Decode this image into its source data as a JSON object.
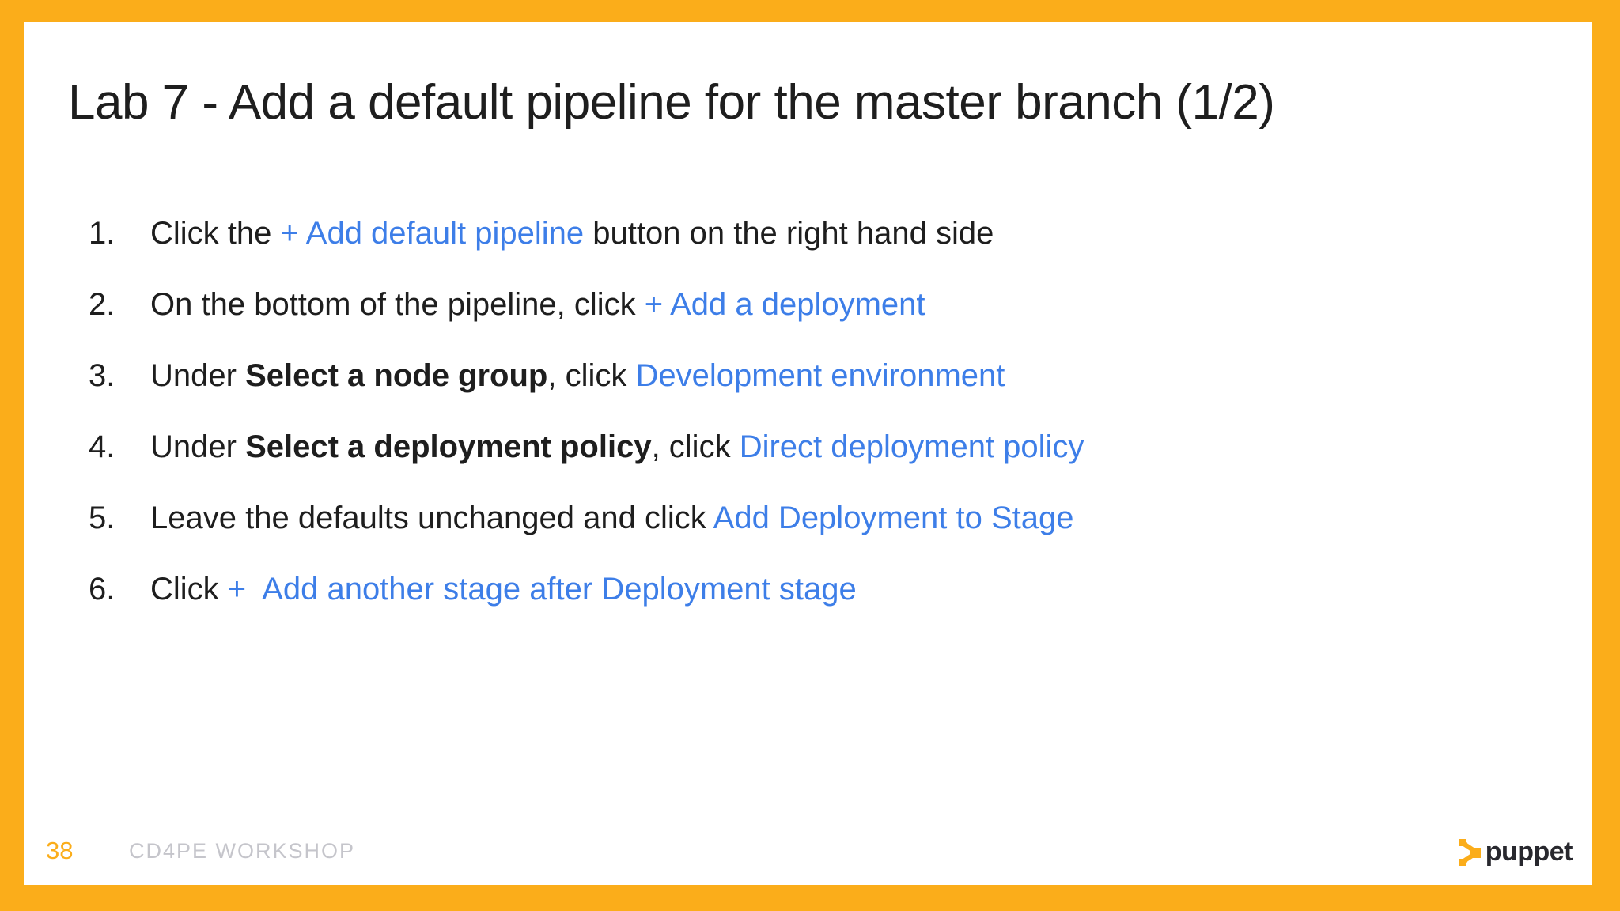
{
  "slide": {
    "title": "Lab 7 - Add a default pipeline for the master branch (1/2)",
    "footer": {
      "page_number": "38",
      "workshop_label": "CD4PE WORKSHOP"
    },
    "logo": {
      "icon": "puppet-logo-icon",
      "text": "puppet"
    }
  },
  "colors": {
    "accent_orange": "#FBAD1A",
    "link_blue": "#3D7EE8",
    "text_dark": "#1E1E1E",
    "footer_gray": "#C5C5CB",
    "logo_dark": "#28282E"
  },
  "steps": [
    {
      "number": "1.",
      "segments": [
        {
          "text": "Click the ",
          "style": "normal"
        },
        {
          "text": "+ Add default pipeline",
          "style": "link"
        },
        {
          "text": " button on the right hand side",
          "style": "normal"
        }
      ]
    },
    {
      "number": "2.",
      "segments": [
        {
          "text": "On the bottom of the pipeline, click ",
          "style": "normal"
        },
        {
          "text": "+ Add a deployment",
          "style": "link"
        }
      ]
    },
    {
      "number": "3.",
      "segments": [
        {
          "text": "Under ",
          "style": "normal"
        },
        {
          "text": "Select a node group",
          "style": "bold"
        },
        {
          "text": ", click ",
          "style": "normal"
        },
        {
          "text": "Development environment",
          "style": "link"
        }
      ]
    },
    {
      "number": "4.",
      "segments": [
        {
          "text": "Under ",
          "style": "normal"
        },
        {
          "text": "Select a deployment policy",
          "style": "bold"
        },
        {
          "text": ", click ",
          "style": "normal"
        },
        {
          "text": "Direct deployment policy",
          "style": "link"
        }
      ]
    },
    {
      "number": "5.",
      "segments": [
        {
          "text": "Leave the defaults unchanged and click ",
          "style": "normal"
        },
        {
          "text": "Add Deployment to Stage",
          "style": "link"
        }
      ]
    },
    {
      "number": "6.",
      "segments": [
        {
          "text": "Click ",
          "style": "normal"
        },
        {
          "text": "+  Add another stage after Deployment stage",
          "style": "link"
        }
      ]
    }
  ]
}
